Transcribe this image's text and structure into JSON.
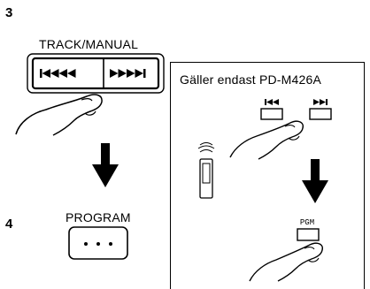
{
  "steps": {
    "step1": "3",
    "step2": "4"
  },
  "main_unit": {
    "track_manual_label": "TRACK/MANUAL",
    "prev_icon": "skip-back-icon",
    "next_icon": "skip-forward-icon",
    "program_label": "PROGRAM",
    "program_button_glyph": "• • •"
  },
  "remote_panel": {
    "title": "Gäller endast PD-M426A",
    "pgm_label": "PGM",
    "remote_icon": "remote-control-icon"
  },
  "colors": {
    "ink": "#000000",
    "background": "#ffffff"
  }
}
